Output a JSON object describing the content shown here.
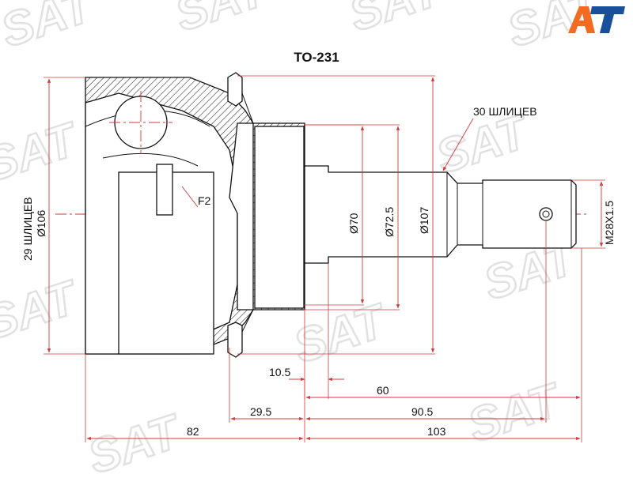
{
  "title": "TO-231",
  "brand": {
    "logo_text": "AT",
    "logo_color_a": "#f26b21",
    "logo_color_t": "#1a4f9c",
    "watermark_text": "SAT"
  },
  "labels": {
    "outer_splines": "30 ШЛИЦЕВ",
    "inner_splines": "29 ШЛИЦЕВ",
    "d106": "Ø106",
    "d70": "Ø70",
    "d72_5": "Ø72.5",
    "d107": "Ø107",
    "thread": "M28X1.5",
    "f2": "F2"
  },
  "dimensions": {
    "d10_5": "10.5",
    "d60": "60",
    "d29_5": "29.5",
    "d90_5": "90.5",
    "d82": "82",
    "d103": "103"
  },
  "colors": {
    "dimension_line": "#d23a3a",
    "outline": "#111111",
    "watermark": "#d6d6d6"
  }
}
